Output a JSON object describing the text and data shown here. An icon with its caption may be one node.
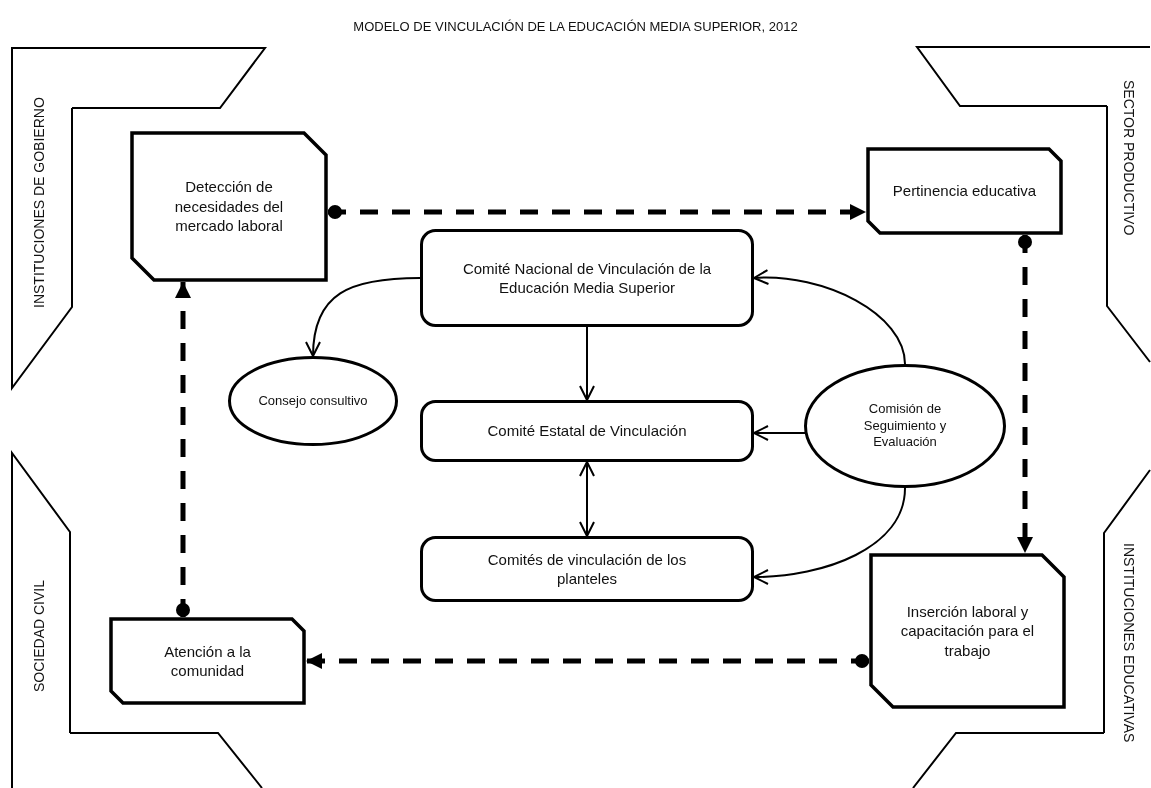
{
  "diagram": {
    "title": "MODELO DE VINCULACIÓN DE LA EDUCACIÓN MEDIA SUPERIOR, 2012",
    "nodes": [
      {
        "text": [
          "INSTITUCIONES DE GOBIERNO"
        ]
      },
      {
        "text": [
          "SECTOR PRODUCTIVO"
        ]
      },
      {
        "text": [
          "SOCIEDAD CIVIL"
        ]
      },
      {
        "text": [
          "INSTITUCIONES EDUCATIVAS"
        ]
      },
      {
        "text": [
          "Detección de necesidades del mercado laboral"
        ]
      },
      {
        "text": [
          "Pertinencia educativa"
        ]
      },
      {
        "text": [
          "Comité Nacional de Vinculación de la Educación Media Superior"
        ]
      },
      {
        "text": [
          "Consejo consultivo"
        ]
      },
      {
        "text": [
          "Comité Estatal de Vinculación"
        ]
      },
      {
        "text": [
          "Comisión de Seguimiento y Evaluación"
        ]
      },
      {
        "text": [
          "Comités de vinculación de los planteles"
        ]
      },
      {
        "text": [
          "Atención a la comunidad"
        ]
      },
      {
        "text": [
          "Inserción laboral y capacitación para el trabajo"
        ]
      }
    ],
    "edges": [
      {
        "from": 4,
        "to": 5,
        "arrow": "to",
        "style": "dashed"
      },
      {
        "from": 5,
        "to": 12,
        "arrow": "to",
        "style": "dashed"
      },
      {
        "from": 12,
        "to": 11,
        "arrow": "to",
        "style": "dashed"
      },
      {
        "from": 11,
        "to": 4,
        "arrow": "to",
        "style": "dashed"
      },
      {
        "from": 6,
        "to": 7,
        "arrow": "to"
      },
      {
        "from": 6,
        "to": 8,
        "arrow": "to"
      },
      {
        "from": 8,
        "to": 10,
        "arrow": "both"
      },
      {
        "from": 9,
        "to": 6,
        "arrow": "to"
      },
      {
        "from": 9,
        "to": 8,
        "arrow": "to"
      },
      {
        "from": 9,
        "to": 10,
        "arrow": "to"
      }
    ]
  }
}
